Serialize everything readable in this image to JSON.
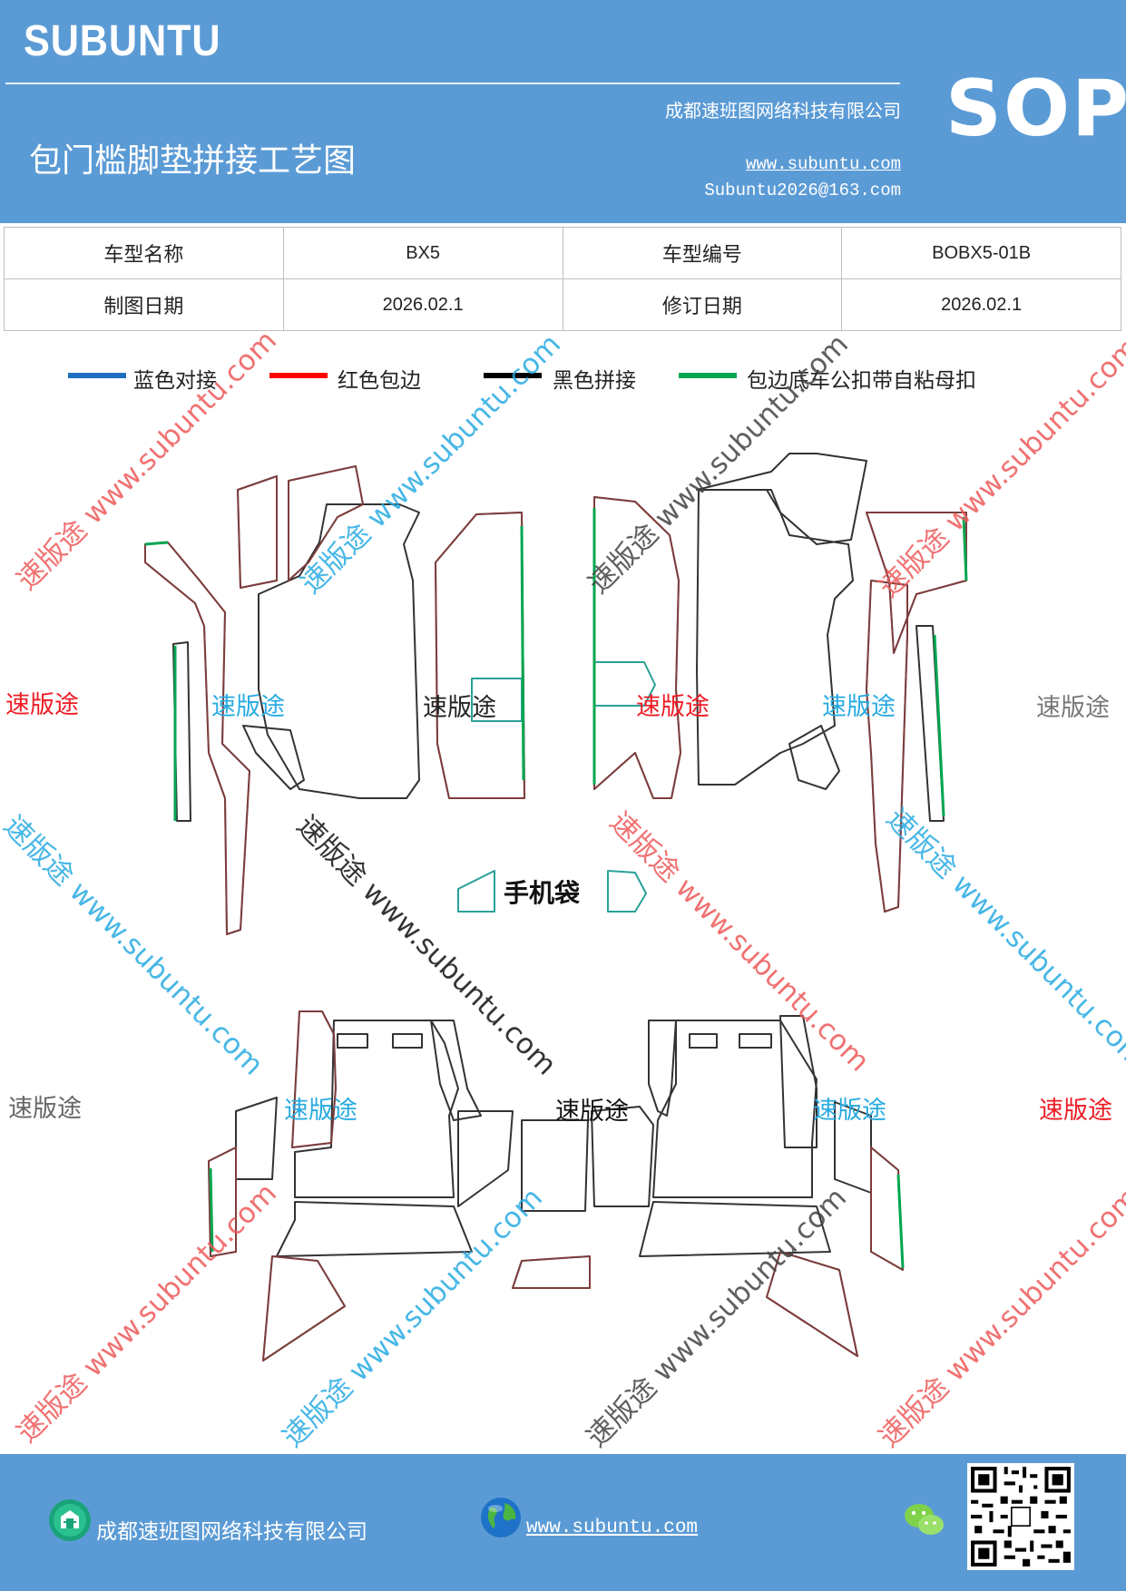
{
  "header": {
    "brand": "SUBUNTU",
    "company": "成都速班图网络科技有限公司",
    "title": "包门槛脚垫拼接工艺图",
    "website": "www.subuntu.com",
    "email": "Subuntu2026@163.com",
    "badge": "SOP",
    "bg_color": "#5b9bd5"
  },
  "info_table": {
    "rows": [
      [
        "车型名称",
        "BX5",
        "车型编号",
        "BOBX5-01B"
      ],
      [
        "制图日期",
        "2026.02.1",
        "修订日期",
        "2026.02.1"
      ]
    ]
  },
  "legend": [
    {
      "label": "蓝色对接",
      "color": "#1f6fbf"
    },
    {
      "label": "红色包边",
      "color": "#ff0000"
    },
    {
      "label": "黑色拼接",
      "color": "#000000"
    },
    {
      "label": "包边底车公扣带自粘母扣",
      "color": "#00a651"
    }
  ],
  "drawing": {
    "phone_bag_label": "手机袋",
    "watermark_brand": "速版途",
    "watermark_diag": "速版途 www.subuntu.com"
  },
  "footer": {
    "company": "成都速班图网络科技有限公司",
    "website": "www.subuntu.com",
    "icons": [
      "building-icon",
      "globe-icon",
      "wechat-icon",
      "qr-code"
    ]
  }
}
